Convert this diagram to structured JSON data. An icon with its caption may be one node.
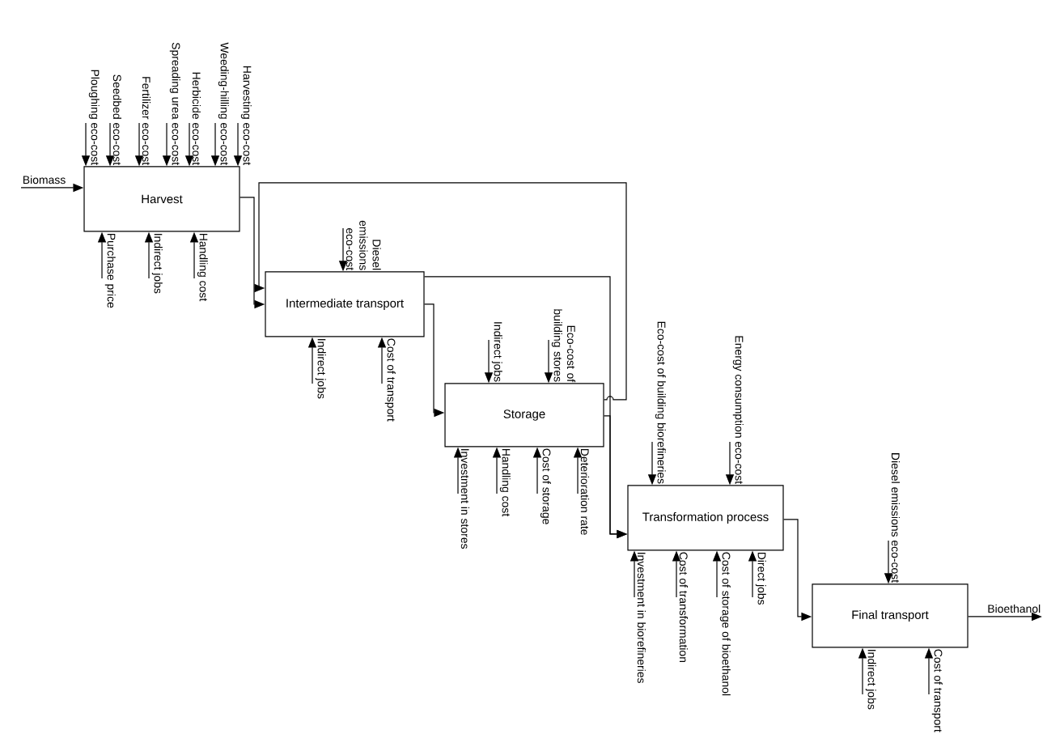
{
  "diagram": {
    "nodes": [
      {
        "text": [
          "Harvest"
        ]
      },
      {
        "text": [
          "Intermediate transport"
        ]
      },
      {
        "text": [
          "Storage"
        ]
      },
      {
        "text": [
          "Transformation process"
        ]
      },
      {
        "text": [
          "Final transport"
        ]
      }
    ],
    "edges": [
      {
        "from": null,
        "to": 0,
        "arrow": "to",
        "label": "Biomass"
      },
      {
        "from": null,
        "to": 0,
        "arrow": "to",
        "label": "Ploughing eco-cost"
      },
      {
        "from": null,
        "to": 0,
        "arrow": "to",
        "label": "Seedbed eco-cost"
      },
      {
        "from": null,
        "to": 0,
        "arrow": "to",
        "label": "Fertilizer eco-cost"
      },
      {
        "from": null,
        "to": 0,
        "arrow": "to",
        "label": "Spreading urea eco-cost"
      },
      {
        "from": null,
        "to": 0,
        "arrow": "to",
        "label": "Herbicide eco-cost"
      },
      {
        "from": null,
        "to": 0,
        "arrow": "to",
        "label": "Weeding-hilling eco-cost"
      },
      {
        "from": null,
        "to": 0,
        "arrow": "to",
        "label": "Harvesting eco-cost"
      },
      {
        "from": null,
        "to": 0,
        "arrow": "to",
        "label": "Purchase price"
      },
      {
        "from": null,
        "to": 0,
        "arrow": "to",
        "label": "Indirect jobs"
      },
      {
        "from": null,
        "to": 0,
        "arrow": "to",
        "label": "Handling cost"
      },
      {
        "from": 0,
        "to": 1,
        "arrow": "to"
      },
      {
        "from": 2,
        "to": 1,
        "arrow": "to"
      },
      {
        "from": null,
        "to": 1,
        "arrow": "to",
        "label": "Diesel emissions eco-cost"
      },
      {
        "from": null,
        "to": 1,
        "arrow": "to",
        "label": "Indirect jobs"
      },
      {
        "from": null,
        "to": 1,
        "arrow": "to",
        "label": "Cost of transport"
      },
      {
        "from": 1,
        "to": 2,
        "arrow": "to"
      },
      {
        "from": 1,
        "to": 3,
        "arrow": "to"
      },
      {
        "from": null,
        "to": 2,
        "arrow": "to",
        "label": "Indirect jobs"
      },
      {
        "from": null,
        "to": 2,
        "arrow": "to",
        "label": "Eco-cost of building stores"
      },
      {
        "from": null,
        "to": 2,
        "arrow": "to",
        "label": "Investment in stores"
      },
      {
        "from": null,
        "to": 2,
        "arrow": "to",
        "label": "Handling cost"
      },
      {
        "from": null,
        "to": 2,
        "arrow": "to",
        "label": "Cost of storage"
      },
      {
        "from": null,
        "to": 2,
        "arrow": "to",
        "label": "Deterioration rate"
      },
      {
        "from": 2,
        "to": 3,
        "arrow": "to"
      },
      {
        "from": null,
        "to": 3,
        "arrow": "to",
        "label": "Eco-cost of building biorefineries"
      },
      {
        "from": null,
        "to": 3,
        "arrow": "to",
        "label": "Energy consumption eco-cost"
      },
      {
        "from": null,
        "to": 3,
        "arrow": "to",
        "label": "Investment in biorefineries"
      },
      {
        "from": null,
        "to": 3,
        "arrow": "to",
        "label": "Cost of transformation"
      },
      {
        "from": null,
        "to": 3,
        "arrow": "to",
        "label": "Cost of storage of bioethanol"
      },
      {
        "from": null,
        "to": 3,
        "arrow": "to",
        "label": "Direct jobs"
      },
      {
        "from": 3,
        "to": 4,
        "arrow": "to"
      },
      {
        "from": null,
        "to": 4,
        "arrow": "to",
        "label": "Diesel emissions eco-cost"
      },
      {
        "from": null,
        "to": 4,
        "arrow": "to",
        "label": "Indirect jobs"
      },
      {
        "from": null,
        "to": 4,
        "arrow": "to",
        "label": "Cost of transport"
      },
      {
        "from": 4,
        "to": null,
        "arrow": "to",
        "label": "Bioethanol"
      }
    ]
  }
}
